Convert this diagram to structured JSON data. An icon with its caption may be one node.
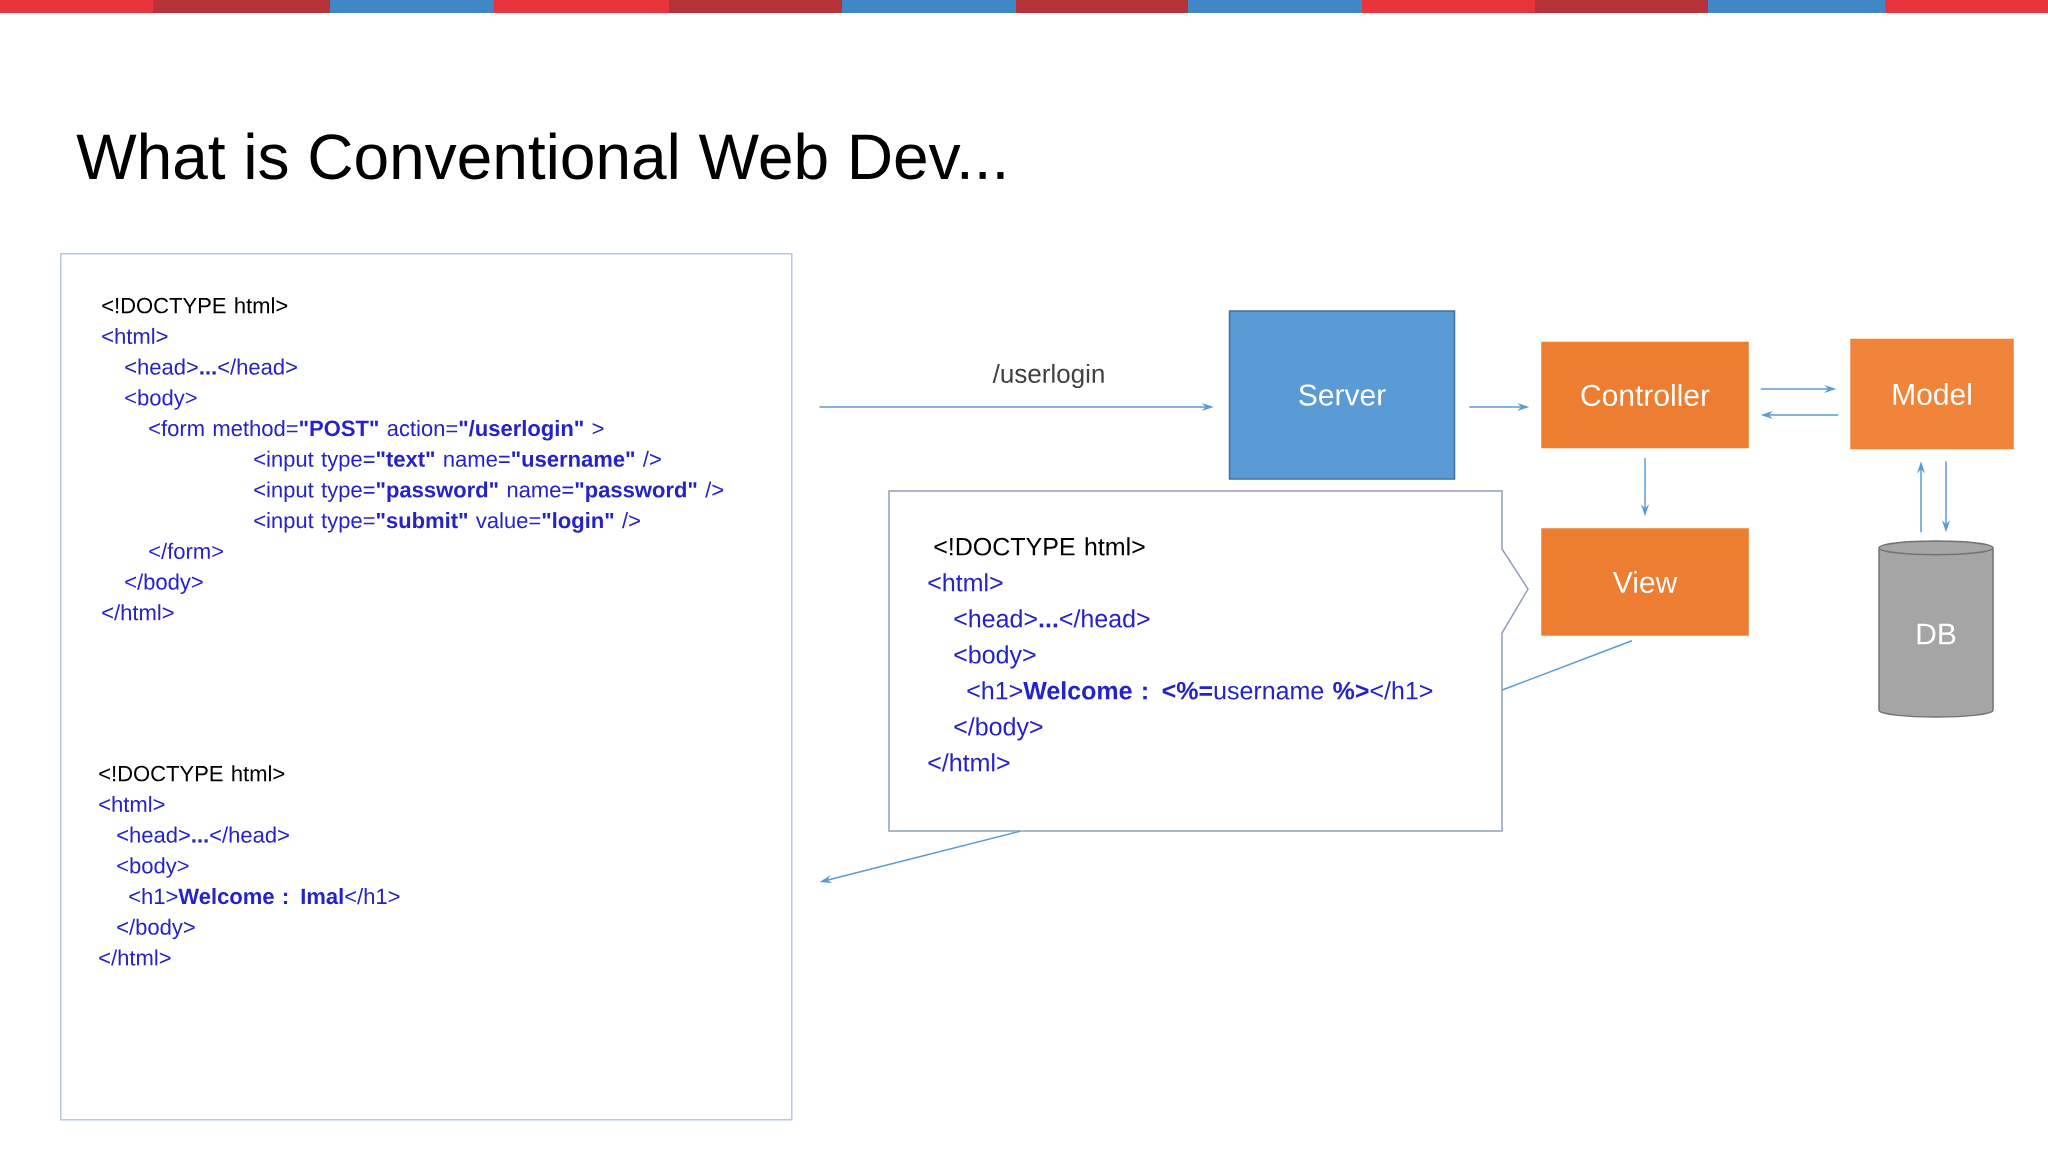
{
  "diagram": {
    "title": "What is Conventional Web Dev...",
    "nodes": [
      {
        "text": [],
        "shape": "box"
      },
      {
        "text": [
          "<!DOCTYPE html>",
          "<html>",
          "<head>**...**</head>",
          "<body>",
          "<form method=**\"POST\"** action=**\"/userlogin\"** >",
          "<input type=**\"text\"** name=**\"username\"** />",
          "<input type=**\"password\"** name=**\"password\"** />",
          "<input type=**\"submit\"** value=**\"login\"** />",
          "</form>",
          "</body>",
          "</html>"
        ],
        "in": 0
      },
      {
        "text": [
          "<!DOCTYPE html>",
          "<html>",
          "<head>**...**</head>",
          "<body>",
          "<h1>**Welcome :  Imal**</h1>",
          "</body>",
          "</html>"
        ],
        "in": 0
      },
      {
        "text": [
          "Server"
        ]
      },
      {
        "text": [
          "Controller"
        ]
      },
      {
        "text": [
          "Model"
        ]
      },
      {
        "text": [
          "View"
        ]
      },
      {
        "text": [
          "DB"
        ]
      },
      {
        "text": [
          "<!DOCTYPE html>",
          "<html>",
          "<head>**...**</head>",
          "<body>",
          "<h1>**Welcome : <%=**username **%>**</h1>",
          "</body>",
          "</html>"
        ]
      }
    ],
    "edges": [
      {
        "from": 0,
        "to": 3,
        "arrow": "to",
        "label": "/userlogin"
      },
      {
        "from": 3,
        "to": 4,
        "arrow": "to"
      },
      {
        "from": 4,
        "to": 5,
        "arrow": "to"
      },
      {
        "from": 5,
        "to": 4,
        "arrow": "to"
      },
      {
        "from": 4,
        "to": 6,
        "arrow": "to"
      },
      {
        "from": 5,
        "to": 7,
        "arrow": "to"
      },
      {
        "from": 7,
        "to": 5,
        "arrow": "to"
      },
      {
        "from": 6,
        "to": 8,
        "arrow": "none"
      },
      {
        "from": 8,
        "to": 0,
        "arrow": "to"
      }
    ]
  }
}
